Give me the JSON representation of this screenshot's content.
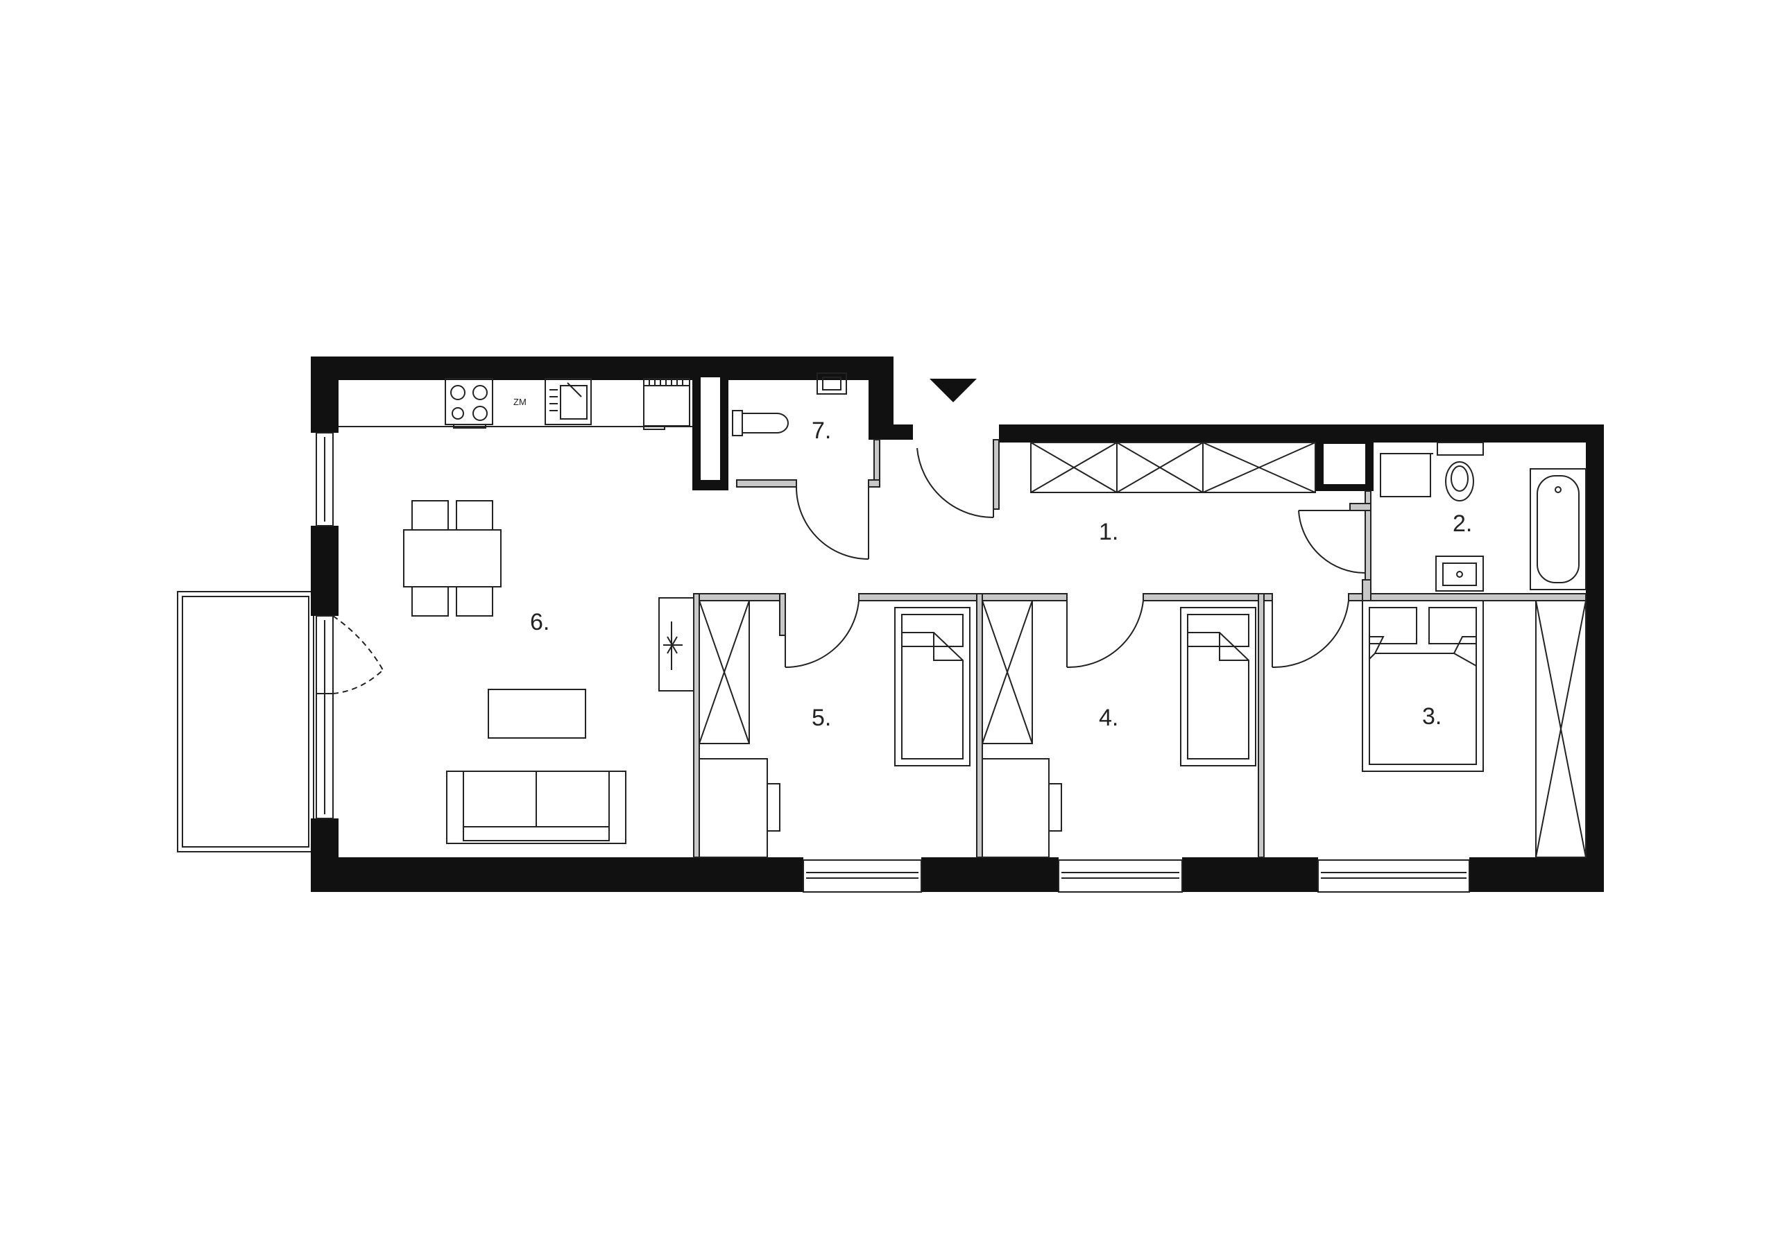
{
  "colors": {
    "wall": "#111111",
    "partition": "#c8c8c8",
    "fixture_line": "#222222",
    "background": "#ffffff"
  },
  "entrance_marker": "down-triangle",
  "rooms": [
    {
      "number": "1.",
      "label": "1."
    },
    {
      "number": "2.",
      "label": "2."
    },
    {
      "number": "3.",
      "label": "3."
    },
    {
      "number": "4.",
      "label": "4."
    },
    {
      "number": "5.",
      "label": "5."
    },
    {
      "number": "6.",
      "label": "6."
    },
    {
      "number": "7.",
      "label": "7."
    }
  ],
  "kitchen": {
    "appliance_label": "ZM"
  }
}
